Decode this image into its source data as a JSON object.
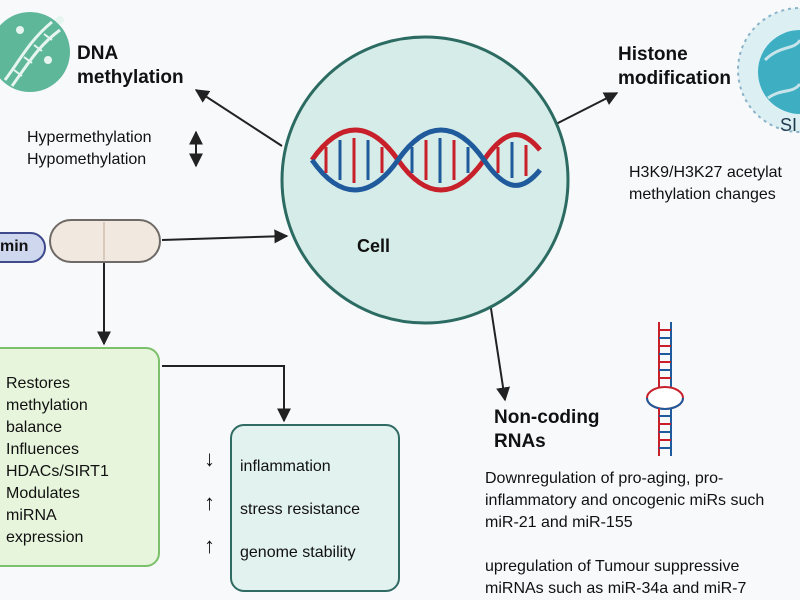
{
  "dna_methylation": {
    "title_line1": "DNA",
    "title_line2": "methylation",
    "item1": "Hypermethylation",
    "item2": "Hypomethylation",
    "arrow_icon": "up-down-arrow"
  },
  "histone": {
    "title_line1": "Histone",
    "title_line2": "modification",
    "badge_text": "SI",
    "detail_line1": "H3K9/H3K27 acetylat",
    "detail_line2": "methylation changes"
  },
  "cell": {
    "label": "Cell"
  },
  "drug": {
    "label": "min"
  },
  "green_box": {
    "lines": [
      "Restores",
      "methylation",
      "balance",
      "Influences",
      "HDACs/SIRT1",
      "Modulates",
      "miRNA",
      "expression"
    ]
  },
  "effects": [
    {
      "direction": "down",
      "arrow_glyph": "↓",
      "label": "inflammation"
    },
    {
      "direction": "up",
      "arrow_glyph": "↑",
      "label": "stress resistance"
    },
    {
      "direction": "up",
      "arrow_glyph": "↑",
      "label": "genome stability"
    }
  ],
  "ncrna": {
    "title_line1": "Non-coding",
    "title_line2": "RNAs",
    "para1_line1": "Downregulation of pro-aging, pro-",
    "para1_line2": "inflammatory and oncogenic miRs such",
    "para1_line3": "miR-21 and miR-155",
    "para2_line1": "upregulation of Tumour suppressive",
    "para2_line2": "miRNAs such as miR-34a and miR-7"
  },
  "colors": {
    "background": "#f7f9fb",
    "cell_fill": "#d6ece8",
    "cell_border": "#2c6b62",
    "dna_red": "#c8202a",
    "dna_blue": "#1f5a9c",
    "green_fill": "#e7f5dc",
    "green_border": "#7cc06b",
    "teal_fill": "#e2f2ee",
    "teal_border": "#2f6b63"
  }
}
